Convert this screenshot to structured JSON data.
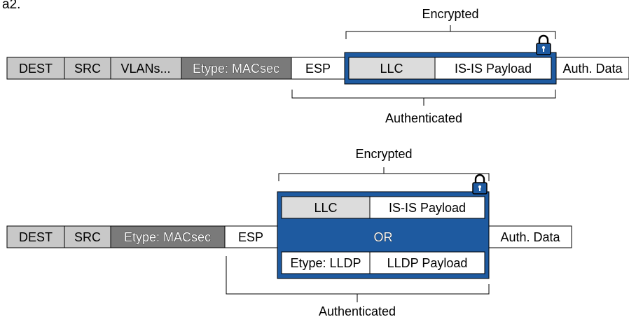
{
  "figure_label": "a2.",
  "colors": {
    "header_gray": "#c8c8c8",
    "etype_gray": "#7a7a7a",
    "encrypted_blue": "#1e5aa0",
    "inner_light": "#dcdcdc",
    "white": "#ffffff",
    "stroke": "#000000"
  },
  "top": {
    "encrypted_label": "Encrypted",
    "authenticated_label": "Authenticated",
    "fields": [
      "DEST",
      "SRC",
      "VLANs...",
      "Etype: MACsec",
      "ESP",
      "LLC",
      "IS-IS Payload",
      "Auth. Data"
    ],
    "lock_icon": "lock-icon"
  },
  "bottom": {
    "encrypted_label": "Encrypted",
    "authenticated_label": "Authenticated",
    "fields": [
      "DEST",
      "SRC",
      "Etype: MACsec",
      "ESP",
      "Auth. Data"
    ],
    "option_a": [
      "LLC",
      "IS-IS Payload"
    ],
    "or_label": "OR",
    "option_b": [
      "Etype: LLDP",
      "LLDP Payload"
    ],
    "lock_icon": "lock-icon"
  }
}
